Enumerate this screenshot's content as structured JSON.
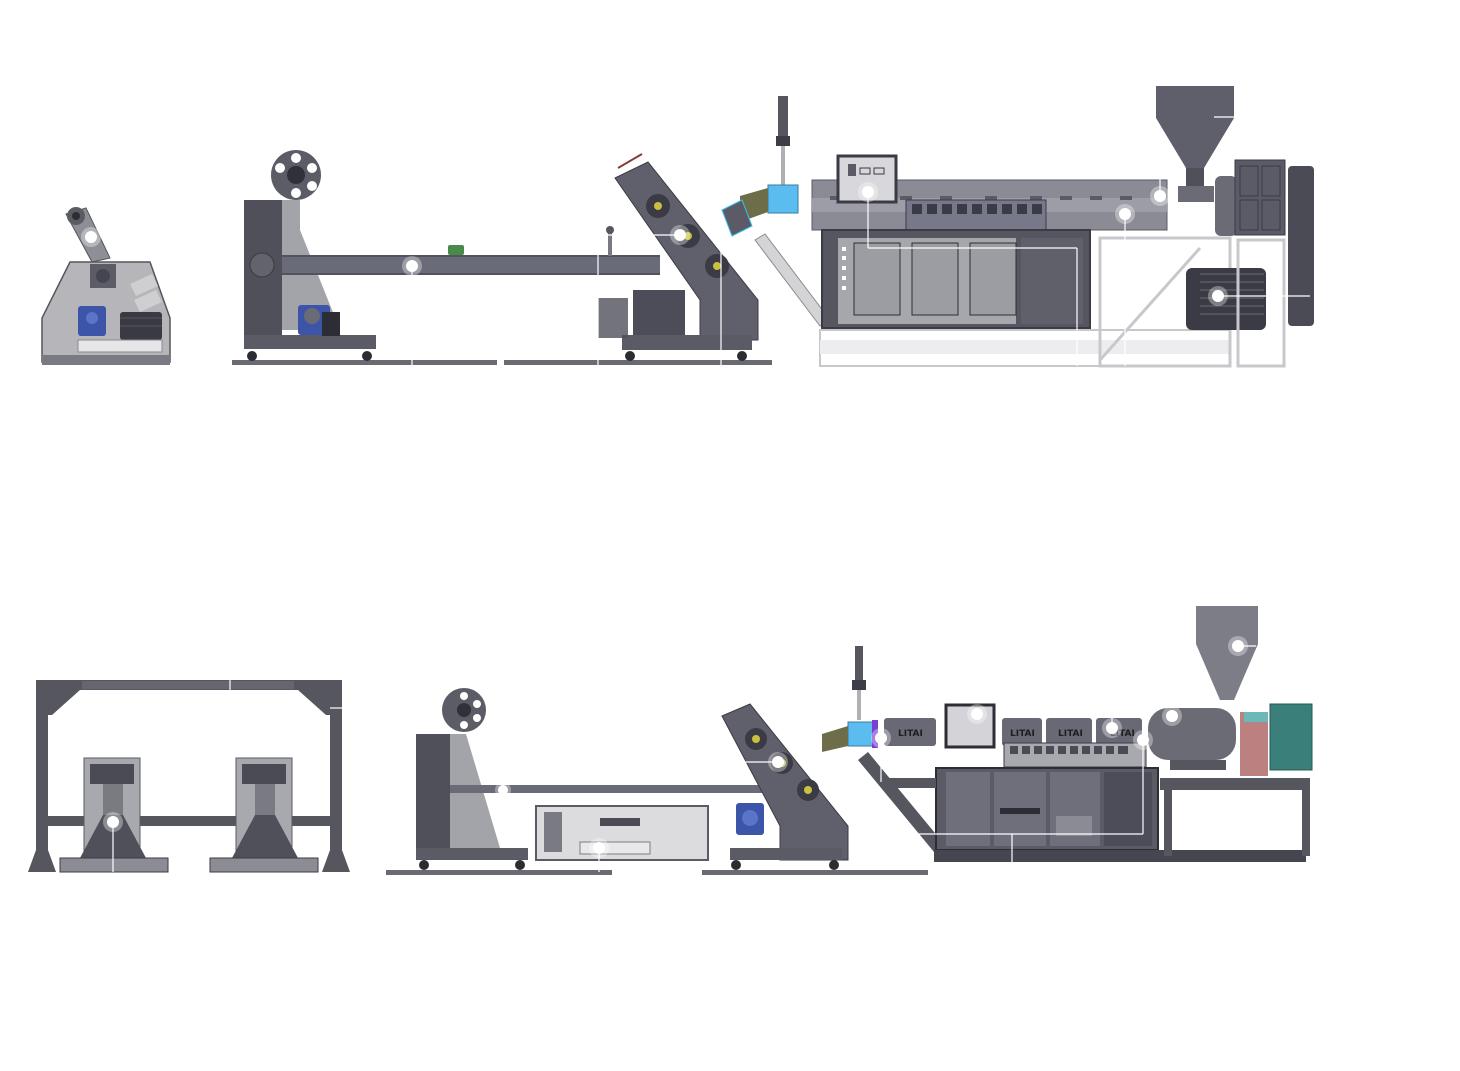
{
  "diagram": {
    "type": "extrusion-line-layout",
    "background": "#ffffff",
    "colors": {
      "machine_dark": "#4a4b55",
      "machine_mid": "#62636e",
      "machine_light": "#9a9ba3",
      "frame_light": "#dcdcde",
      "gearbox_blue": "#3c55a8",
      "adapter_cyan": "#5bbcf0",
      "adapter_purple": "#7a3fd0",
      "coupling_red": "#b06a6a",
      "motor_teal": "#3a7f7a",
      "valve_green": "#4a8a4a",
      "hotspot": "#ffffff"
    },
    "rows": [
      {
        "id": "line-top",
        "sections": [
          {
            "name": "small-winder",
            "hotspots": 1
          },
          {
            "name": "take-up-winder-with-conveyor",
            "hotspots": 1
          },
          {
            "name": "calender-roll-stack",
            "hotspots": 1
          },
          {
            "name": "extruder-with-control-cabinet",
            "hotspots": 4
          }
        ]
      },
      {
        "id": "line-bottom",
        "sections": [
          {
            "name": "gantry-unwinder",
            "hotspots": 1
          },
          {
            "name": "winder-conveyor-cooling-tank",
            "hotspots": 2
          },
          {
            "name": "calender-roll-stack",
            "hotspots": 1
          },
          {
            "name": "extruder-with-hopper-and-teal-motor",
            "hotspots": 6
          }
        ]
      }
    ],
    "heater_labels": [
      "LITAI",
      "LITAI",
      "LITAI",
      "LITAI"
    ]
  }
}
